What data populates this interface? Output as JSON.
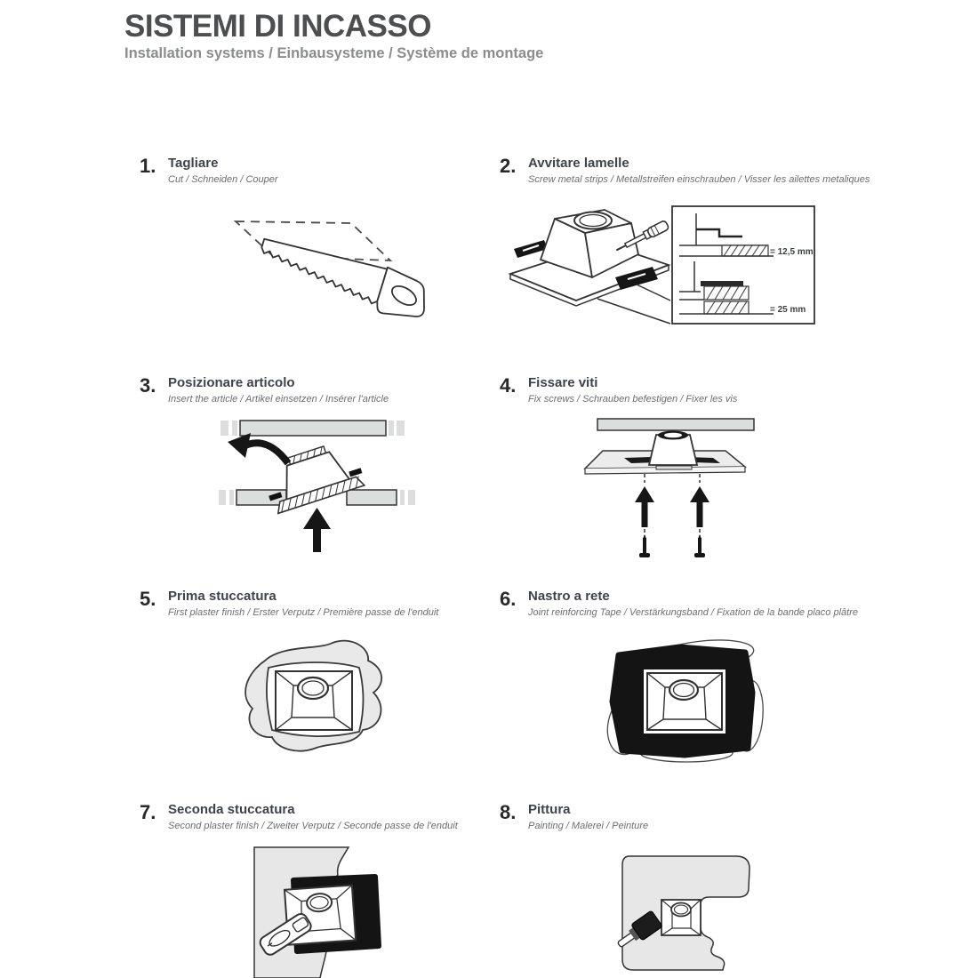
{
  "header": {
    "title": "SISTEMI DI INCASSO",
    "subtitle": "Installation systems / Einbausysteme / Système de montage"
  },
  "steps": [
    {
      "number": "1.",
      "title": "Tagliare",
      "subtitle": "Cut / Schneiden / Couper"
    },
    {
      "number": "2.",
      "title": "Avvitare lamelle",
      "subtitle": "Screw metal strips / Metallstreifen einschrauben / Visser les ailettes metaliques",
      "measurements": [
        "= 12,5 mm",
        "= 25 mm"
      ]
    },
    {
      "number": "3.",
      "title": "Posizionare articolo",
      "subtitle": "Insert the article / Artikel einsetzen / Insérer l'article"
    },
    {
      "number": "4.",
      "title": "Fissare viti",
      "subtitle": "Fix screws / Schrauben befestigen / Fixer les vis"
    },
    {
      "number": "5.",
      "title": "Prima stuccatura",
      "subtitle": "First plaster finish / Erster Verputz / Première passe de l'enduit"
    },
    {
      "number": "6.",
      "title": "Nastro a rete",
      "subtitle": "Joint reinforcing Tape /  Verstärkungsband / Fixation de la bande placo plâtre"
    },
    {
      "number": "7.",
      "title": "Seconda stuccatura",
      "subtitle": "Second plaster finish / Zweiter Verputz / Seconde passe de l'enduit"
    },
    {
      "number": "8.",
      "title": "Pittura",
      "subtitle": "Painting / Malerei / Peinture"
    }
  ],
  "colors": {
    "title": "#4d4e50",
    "header_subtitle": "#8a8c8e",
    "step_title": "#3f434a",
    "step_subtitle": "#6b6e71",
    "line": "#333333",
    "board_gray": "#dcdddd",
    "plaster_gray": "#e7e7e7",
    "black_fill": "#161616"
  }
}
